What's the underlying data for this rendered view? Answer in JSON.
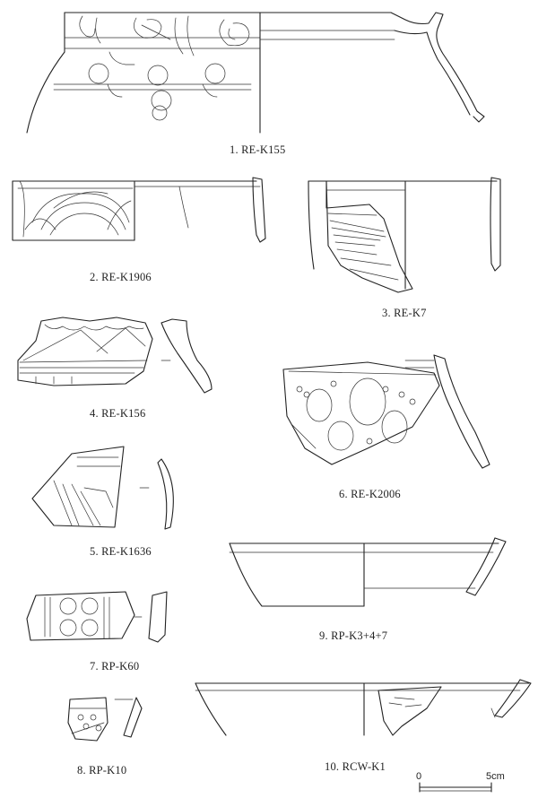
{
  "figures": [
    {
      "number": "1.",
      "code": "RE-K155"
    },
    {
      "number": "2.",
      "code": "RE-K1906"
    },
    {
      "number": "3.",
      "code": "RE-K7"
    },
    {
      "number": "4.",
      "code": "RE-K156"
    },
    {
      "number": "5.",
      "code": "RE-K1636"
    },
    {
      "number": "6.",
      "code": "RE-K2006"
    },
    {
      "number": "7.",
      "code": "RP-K60"
    },
    {
      "number": "8.",
      "code": "RP-K10"
    },
    {
      "number": "9.",
      "code": "RP-K3+4+7"
    },
    {
      "number": "10.",
      "code": "RCW-K1"
    }
  ],
  "scale_bar": {
    "start_label": "0",
    "end_label": "5cm"
  }
}
